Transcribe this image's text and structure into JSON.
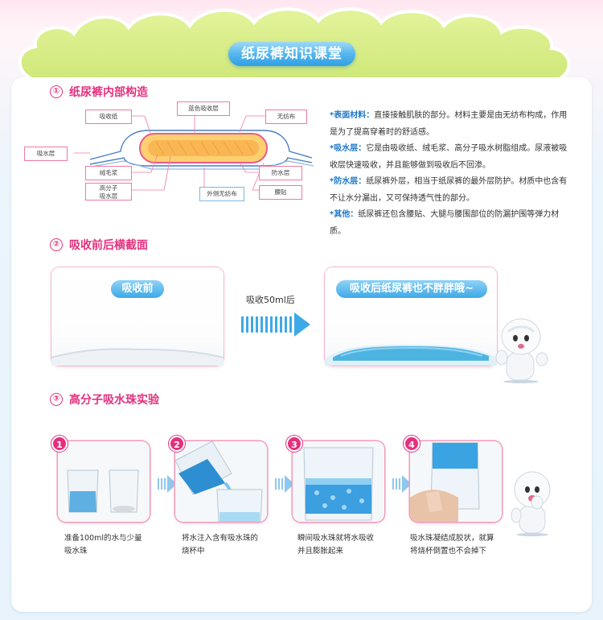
{
  "header": {
    "title": "纸尿裤知识课堂"
  },
  "section1": {
    "num": "①",
    "title": "纸尿裤内部构造",
    "labels": {
      "absorb_paper": "吸收纸",
      "blue_layer": "蓝色吸收层",
      "nonwoven": "无纺布",
      "absorb_layer": "吸水层",
      "fluff_pulp": "绒毛浆",
      "sap_line1": "高分子",
      "sap_line2": "吸水层",
      "outer_nonwoven": "外侧无纺布",
      "leak_barrier": "防水层",
      "waist_tape": "腰贴"
    },
    "desc": [
      {
        "key": "*表面材料：",
        "text": "直接接触肌肤的部分。材料主要是由无纺布构成，作用是为了提高穿着时的舒适感。"
      },
      {
        "key": "*吸水层：",
        "text": "它是由吸收纸、绒毛浆、高分子吸水树脂组成。尿液被吸收层快速吸收，并且能够做到吸收后不回渗。"
      },
      {
        "key": "*防水层：",
        "text": "纸尿裤外层，相当于纸尿裤的最外层防护。材质中也含有不让水分漏出，又可保持透气性的部分。"
      },
      {
        "key": "*其他：",
        "text": "纸尿裤还包含腰贴、大腿与腰围部位的防漏护围等弹力材质。"
      }
    ]
  },
  "section2": {
    "num": "②",
    "title": "吸收前后横截面",
    "before": "吸收前",
    "arrow_text": "吸收50ml后",
    "after": "吸收后纸尿裤也不胖胖哦~"
  },
  "section3": {
    "num": "③",
    "title": "高分子吸水珠实验",
    "steps": [
      {
        "num": "1",
        "caption_line1": "准备100ml的水与少量",
        "caption_line2": "吸水珠"
      },
      {
        "num": "2",
        "caption_line1": "将水注入含有吸水珠的",
        "caption_line2": "烧杯中"
      },
      {
        "num": "3",
        "caption_line1": "瞬间吸水珠就将水吸收",
        "caption_line2": "并且膨胀起来"
      },
      {
        "num": "4",
        "caption_line1": "吸水珠凝结成胶状，就算",
        "caption_line2": "将烧杯倒置也不会掉下"
      }
    ]
  },
  "colors": {
    "accent_pink": "#e3317e",
    "accent_blue": "#3ea9e7",
    "cloud_green": "#d9ef8a"
  }
}
